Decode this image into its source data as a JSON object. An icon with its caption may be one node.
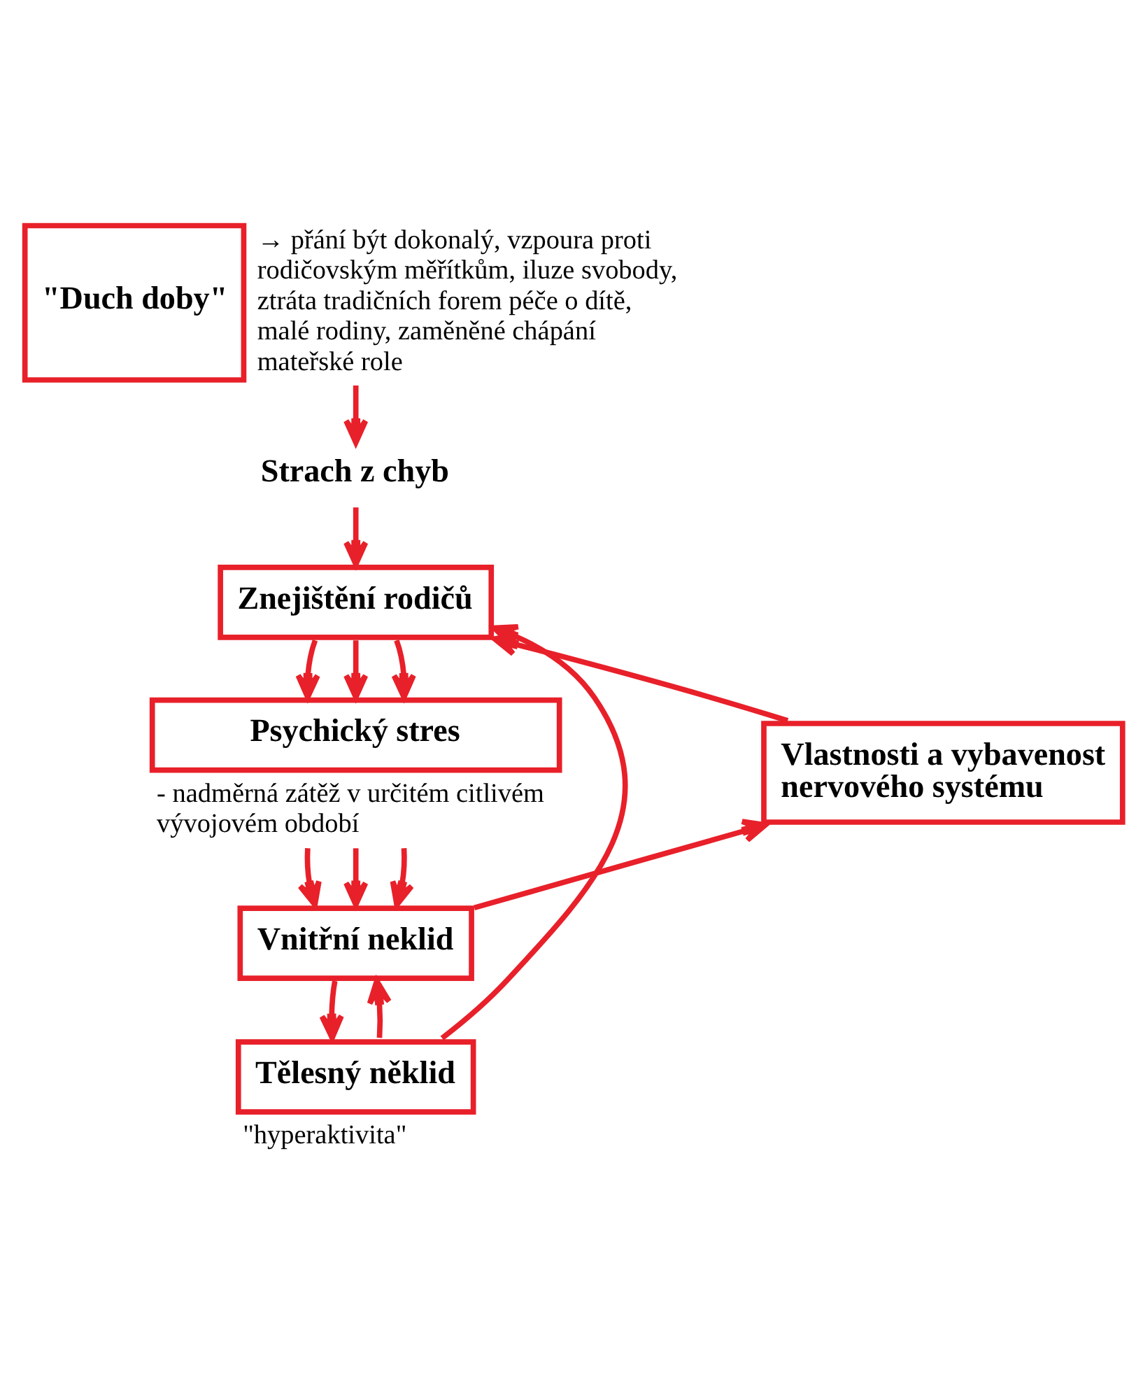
{
  "diagram": {
    "nodes": [
      {
        "text": [
          "\"Duch doby\""
        ],
        "beside": [
          "→ přání být dokonalý, vzpoura proti rodičovským měřítkům, iluze svobody, ztráta tradičních forem péče o dítě, malé rodiny, zaměněné chápání mateřské role"
        ]
      },
      {
        "text": [
          "Strach z chyb"
        ]
      },
      {
        "text": [
          "Znejištění rodičů"
        ]
      },
      {
        "text": [
          "Psychický stres"
        ],
        "beside": [
          "- nadměrná zátěž v určitém citlivém vývojovém období"
        ]
      },
      {
        "text": [
          "Vnitřní neklid"
        ]
      },
      {
        "text": [
          "Tělesný něklid"
        ],
        "beside": [
          "\"hyperaktivita\""
        ]
      },
      {
        "text": [
          "Vlastnosti a vybavenost nervového systému"
        ]
      }
    ],
    "edges": [
      {
        "from": 0,
        "to": 1,
        "arrow": "to"
      },
      {
        "from": 1,
        "to": 2,
        "arrow": "to"
      },
      {
        "from": 2,
        "to": 3,
        "arrow": "to"
      },
      {
        "from": 2,
        "to": 3,
        "arrow": "to"
      },
      {
        "from": 2,
        "to": 3,
        "arrow": "to"
      },
      {
        "from": 3,
        "to": 4,
        "arrow": "to"
      },
      {
        "from": 3,
        "to": 4,
        "arrow": "to"
      },
      {
        "from": 3,
        "to": 4,
        "arrow": "to"
      },
      {
        "from": 4,
        "to": 5,
        "arrow": "to"
      },
      {
        "from": 5,
        "to": 2,
        "arrow": "to"
      },
      {
        "from": 5,
        "to": 4,
        "arrow": "to"
      },
      {
        "from": 4,
        "to": 6,
        "arrow": "to"
      },
      {
        "from": 6,
        "to": 2,
        "arrow": "to"
      }
    ]
  }
}
